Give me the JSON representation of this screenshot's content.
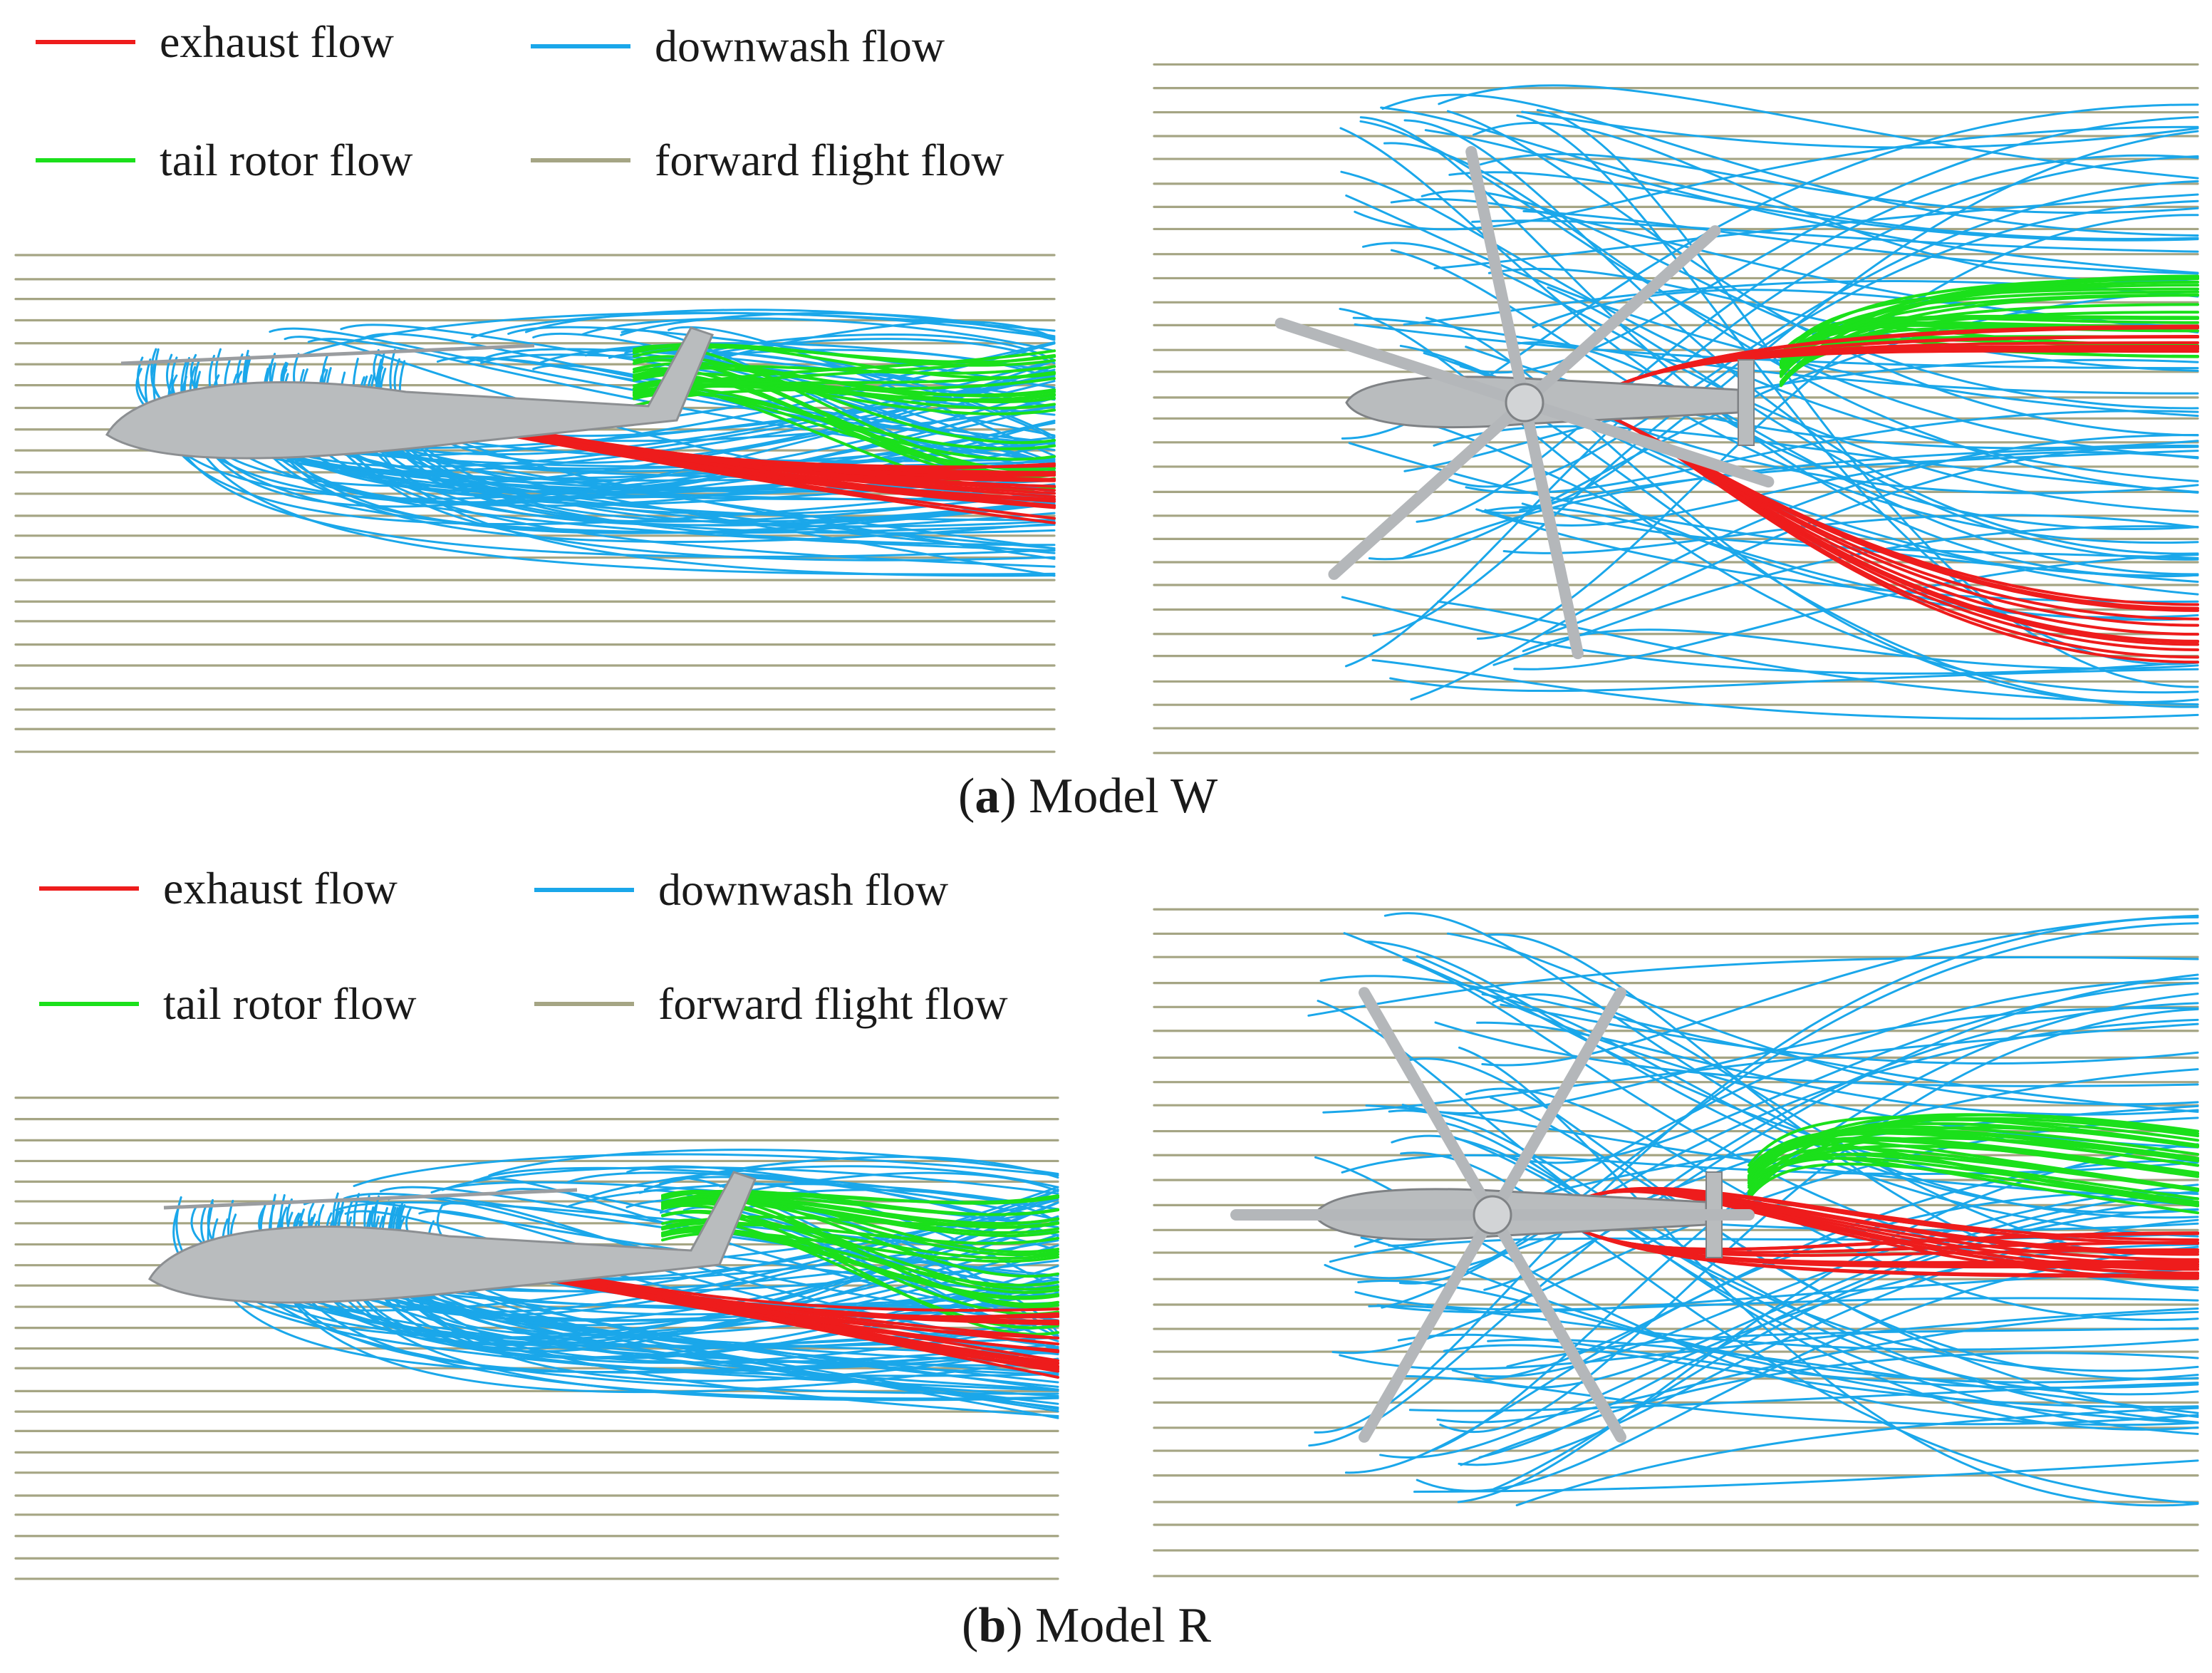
{
  "colors": {
    "exhaust": "#ee1c1c",
    "tail_rotor": "#1be01b",
    "downwash": "#1aa7ea",
    "forward_flight": "#a5a584",
    "fuselage": "#b9bcbe"
  },
  "panels": [
    {
      "id": "a",
      "legend": {
        "exhaust": "exhaust  flow",
        "downwash": "downwash  flow",
        "tail_rotor": "tail rotor  flow",
        "forward_flight": "forward  flight flow"
      },
      "caption": {
        "open": "(",
        "letter": "a",
        "close": ")",
        "text": " Model W"
      }
    },
    {
      "id": "b",
      "legend": {
        "exhaust": "exhaust  flow",
        "downwash": "downwash  flow",
        "tail_rotor": "tail rotor  flow",
        "forward_flight": "forward  flight flow"
      },
      "caption": {
        "open": "(",
        "letter": "b",
        "close": ")",
        "text": " Model R"
      }
    }
  ]
}
